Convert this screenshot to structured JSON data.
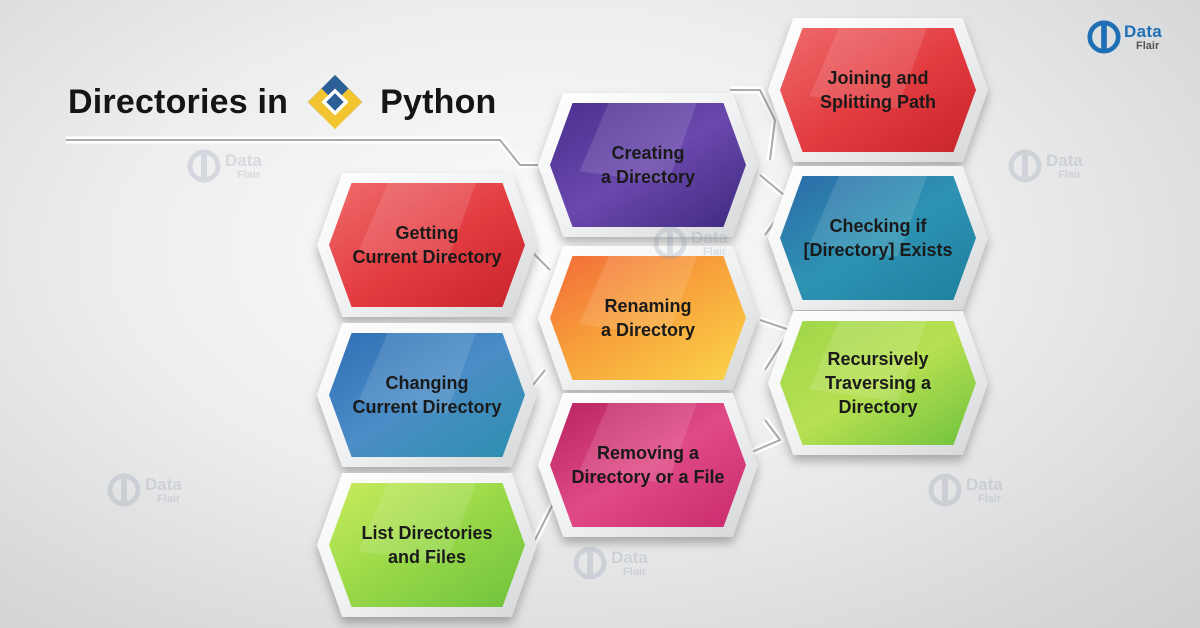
{
  "title": {
    "prefix": "Directories in",
    "suffix": "Python"
  },
  "brand": {
    "line1": "Data",
    "line2": "Flair"
  },
  "watermark": {
    "line1": "Data",
    "line2": "Flair"
  },
  "nodes": [
    {
      "id": "getting-current-directory",
      "line1": "Getting",
      "line2": "Current Directory",
      "color": "#e84a4a"
    },
    {
      "id": "changing-current-directory",
      "line1": "Changing",
      "line2": "Current Directory",
      "color": "#3a7fbd"
    },
    {
      "id": "list-directories-and-files",
      "line1": "List Directories",
      "line2": "and Files",
      "color": "#8fd44a"
    },
    {
      "id": "creating-a-directory",
      "line1": "Creating",
      "line2": "a Directory",
      "color": "#5b3f9e"
    },
    {
      "id": "renaming-a-directory",
      "line1": "Renaming",
      "line2": "a Directory",
      "color": "#f7a73a"
    },
    {
      "id": "removing-a-directory-or-a-file",
      "line1": "Removing a",
      "line2": "Directory or a File",
      "color": "#d83a7c"
    },
    {
      "id": "joining-and-splitting-path",
      "line1": "Joining and",
      "line2": "Splitting Path",
      "color": "#e2424a"
    },
    {
      "id": "checking-if-directory-exists",
      "line1": "Checking if",
      "line2": "[Directory] Exists",
      "color": "#2a8fae"
    },
    {
      "id": "recursively-traversing-a-directory",
      "line1": "Recursively",
      "line2": "Traversing a Directory",
      "color": "#a4d64c"
    }
  ]
}
